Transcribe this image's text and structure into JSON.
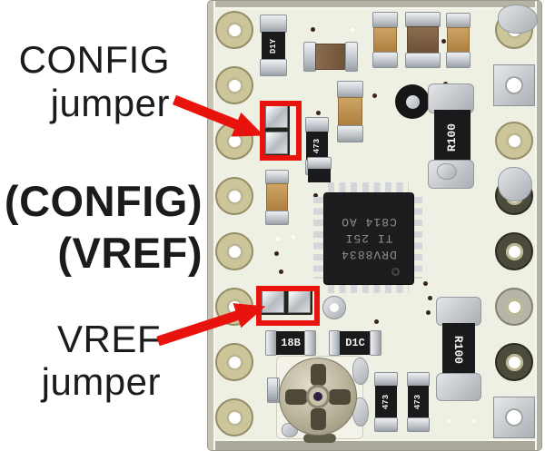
{
  "figure": {
    "callouts": {
      "config": {
        "line1": "CONFIG",
        "line2": "jumper"
      },
      "paren_config": "(CONFIG)",
      "paren_vref": "(VREF)",
      "vref": {
        "line1": "VREF",
        "line2": "jumper"
      }
    },
    "board": {
      "chip_marking": {
        "line1": "DRV8834",
        "line2": "TI 25I",
        "line3": "C814 AO"
      },
      "markings": {
        "diode": "D1Y",
        "sense_resistor": "R100",
        "resistor_18b": "18B",
        "resistor_d1c": "D1C",
        "resistor_473": "473"
      }
    },
    "colors": {
      "annotation_red": "#e8130d",
      "board_surface": "#eef0e3",
      "chip_body": "#1d1d1f",
      "capacitor_tan": "#c3995c",
      "capacitor_brown": "#7e6147"
    }
  }
}
